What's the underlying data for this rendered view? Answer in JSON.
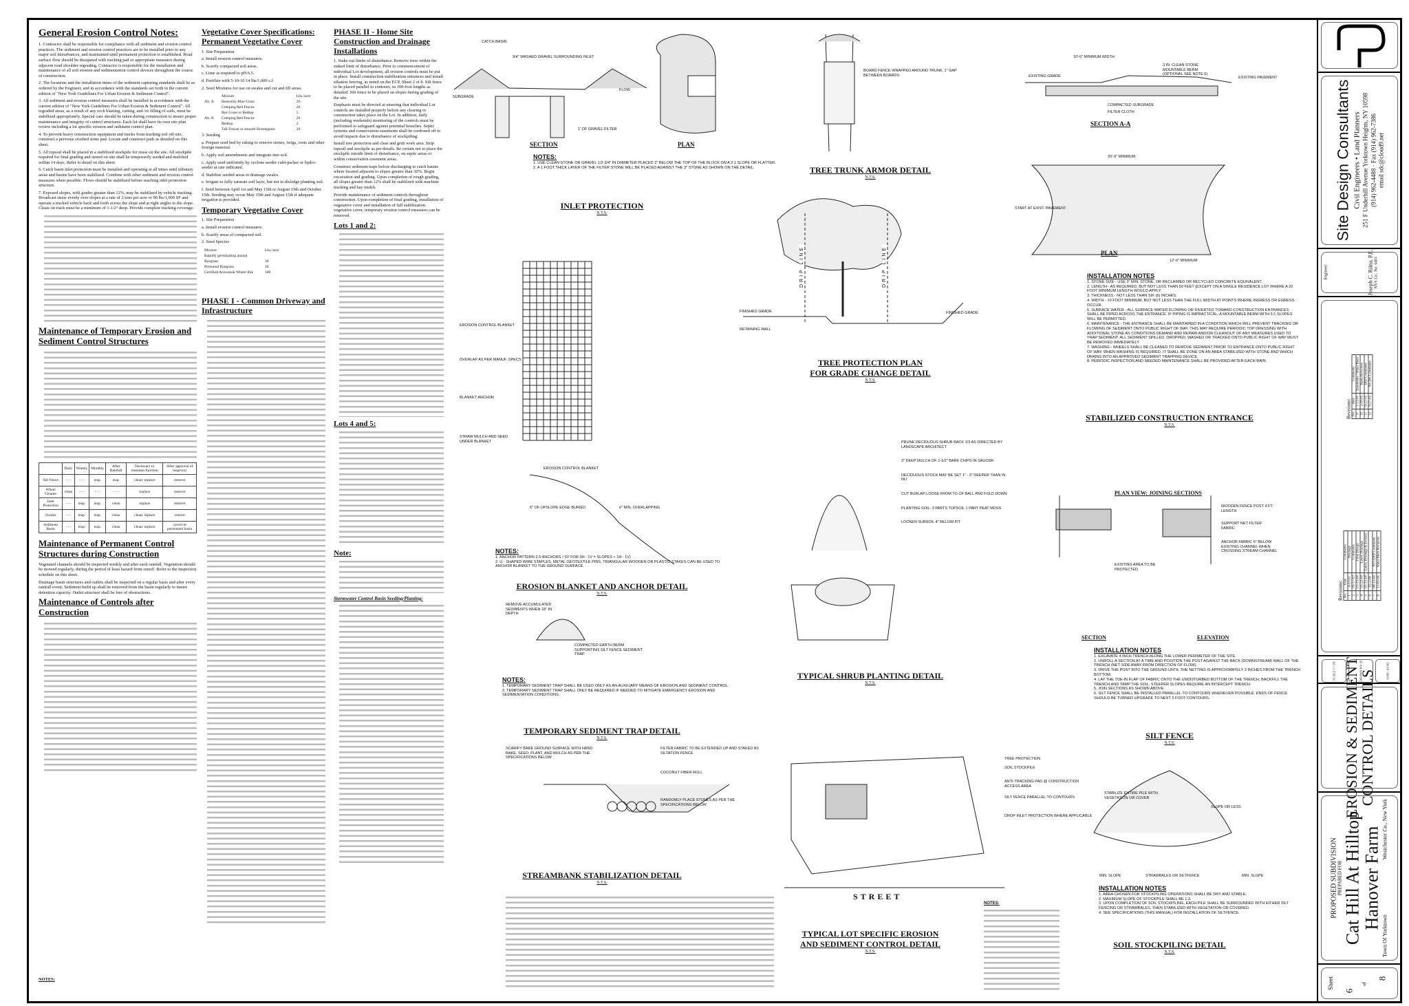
{
  "col1": {
    "general_heading": "General Erosion Control Notes:",
    "general_notes": [
      "1. Contractor shall be responsible for compliance with all sediment and erosion control practices. The sediment and erosion control practices are to be installed prior to any major soil disturbances, and maintained until permanent protection is established. Road surface flow should be dissipated with tracking pad or appropriate measures during adjacent road shoulder regrading. Contractor is responsible for the installation and maintenance of all soil erosion and sedimentation control devices throughout the course of construction.",
      "2. The locations and the installation times of the sediment capturing standards shall be as ordered by the Engineer, and in accordance with the standards set forth in the current edition of \"New York Guidelines For Urban Erosion & Sediment Control\".",
      "3. All sediment and erosion control measures shall be installed in accordance with the current edition of \"New York Guidelines For Urban Erosion & Sediment Control\". All regraded areas, as a result of any rock blasting, cutting, and /or filling of soils, must be stabilized appropriately. Special care should be taken during construction to insure proper maintenance and integrity of control structures. Each lot shall have its own site plan review including a lot specific erosion and sediment control plan.",
      "4. To prevent heavy construction equipment and trucks from tracking soil off-site, construct a pervious crushed stone pad. Locate and construct pads as detailed on this sheet.",
      "5. All topsoil shall be placed in a stabilized stockpile for reuse on the site. All stockpile required for final grading and stored on site shall be temporarily seeded and mulched within 14 days. Refer to detail on this sheet.",
      "6. Catch basin inlet protection must be installed and operating at all times until tributary areas and basins have been stabilized. Combine with other sediment and erosion control measures when possible. Flows should be stabilized before reaching inlet protection structure.",
      "7. Exposed slopes, with grades greater than 12%, may be stabilized by vehicle tracking. Broadcast straw evenly over slopes at a rate of 2 tons per acre or 90 lbs/1,000 SF and operate a tracked vehicle back and forth across the slope and at right angles to the slope. Cleats on track must be a minimum of 1-1/2\" deep. Provide complete tracking coverage."
    ],
    "maint_temp_heading": "Maintenance of Temporary Erosion and Sediment Control Structures",
    "table": {
      "headers": [
        "",
        "Daily",
        "Weekly",
        "Monthly",
        "After Rainfall",
        "Necessary to maintain function",
        "After approval of inspector"
      ],
      "rows": [
        [
          "Silt Fence",
          "- - -",
          "- - -",
          "insp.",
          "insp.",
          "clean/ replace",
          "remove"
        ],
        [
          "Wheel Cleaner",
          "clean",
          "- - -",
          "- - -",
          "- - -",
          "replace",
          "remove"
        ],
        [
          "Inlet Protection",
          "- - -",
          "insp.",
          "insp.",
          "clean",
          "replace",
          "remove"
        ],
        [
          "Swales",
          "- - -",
          "insp.",
          "insp.",
          "clean",
          "clean/ replace",
          "restore"
        ],
        [
          "Sediment Basin",
          "- - -",
          "insp.",
          "insp.",
          "clean",
          "clean/ replace",
          "covert to permanent basin"
        ]
      ]
    },
    "maint_perm_heading": "Maintenance of Permanent Control Structures during Construction",
    "maint_perm_text": [
      "Vegetated channels should be inspected weekly and after each rainfall. Vegetation should be mowed regularly, during the period of least hazard from runoff. Refer to the inspection schedule on this sheet.",
      "Drainage basin structures and outlets shall be inspected on a regular basis and after every rainfall event. Sediment build up shall be removed from the basin regularly to insure detention capacity. Outlet structure shall be free of obstructions."
    ],
    "maint_after_heading": "Maintenance of Controls after Construction",
    "notes_label": "NOTES:"
  },
  "col2": {
    "veg_heading1": "Vegetative Cover Specifications:",
    "veg_heading2": "Permanent Vegetative Cover",
    "perm_items": [
      "1. Site Preparation",
      "a. Install erosion control measures.",
      "b. Scarify compacted soil areas.",
      "c. Lime as required to pH 6.5.",
      "d. Fertilize with 5-10-10 14 lbs/1,000 s.f.",
      "2. Seed Mixtures for use on swales and cut and fill areas."
    ],
    "mix_header": [
      "",
      "Mixture",
      "Lbs./acre"
    ],
    "mix_rows": [
      [
        "Alt. A",
        "Kentucky Blue Grass",
        "20"
      ],
      [
        "",
        "Creeping Red Fescue",
        "20"
      ],
      [
        "",
        "Rye Grass or Redtop",
        "5"
      ],
      [
        "Alt. B",
        "Creeping Red Fescue",
        "20"
      ],
      [
        "",
        "Redtop",
        "2"
      ],
      [
        "",
        "Tall Fescue or smooth Bromegrass",
        "20"
      ]
    ],
    "seeding": [
      "3. Seeding",
      "a. Prepare seed bed by raking to remove stones, twigs, roots and other foreign material.",
      "b. Apply soil amendments and integrate into soil.",
      "c. Apply seed uniformly by cyclone seeder culti-packer or hydro-seeder at rate indicated.",
      "d. Stabilize seeded areas in drainage swales.",
      "e. Irrigate to fully saturate soil layer, but not to dislodge planting soil.",
      "f. Seed between April 1st and May 15th or August 15th and October 15th. Seeding may occur May 15th and August 15th if adequate irrigation is provided."
    ],
    "temp_heading": "Temporary Vegetative Cover",
    "temp_items": [
      "1. Site Preparation",
      "a. Install erosion control measures.",
      "b. Scarify areas of compacted soil.",
      "2. Seed Species"
    ],
    "temp_mix_header": [
      "Mixture",
      "Lbs./acre"
    ],
    "temp_mix_rows": [
      [
        "Rapidly germinating annual",
        ""
      ],
      [
        "Ryegrass",
        "30"
      ],
      [
        "Perennial Ryegrass",
        "30"
      ],
      [
        "Certified Aroostook Winter Rye",
        "100"
      ]
    ],
    "phase1_heading": "PHASE I - Common Driveway and Infrastructure"
  },
  "col3": {
    "phase2_heading": "PHASE II - Home Site Construction and Drainage Installations",
    "phase2_text": [
      "1. Stake out limits of disturbance. Remove trees within the staked limit of disturbance. Prior to commencement of individual Lot development, all erosion controls must be put in place. Install construction stabilization entrances and install siltation fencing, as noted on the ECP, Sheet 2 of 8. Silt fence to be placed parallel to contours, in 100-foot lengths as detailed. Silt fence to be placed on slopes during grading of the site.",
      "Emphasis must be directed at ensuring that individual Lot controls are installed properly before any clearing or construction takes place on the Lot. In addition, daily (including weekends) monitoring of the controls must be performed to safeguard against potential breaches. Septic systems and conservation easements shall be cordoned off to avoid impacts due to disturbance of stockpiling.",
      "Install tree protection and clear and grub work area. Strip topsoil and stockpile as per details. Be certain not to place the stockpile outside limit of disturbance, on septic areas or within conservation easement areas.",
      "Construct sediment traps before discharging to catch basins where located adjacent to slopes greater than 30%. Begin excavation and grading. Upon completion of rough grading, all slopes greater than 12% shall be stabilized with machine tracking and hay mulch.",
      "Provide maintenance of sediment controls throughout construction. Upon completion of final grading, installation of vegetative cover and installation of full stabilization vegetative cover, temporary erosion control measures can be removed."
    ],
    "lots12": "Lots 1 and 2:",
    "lots45": "Lots 4 and 5:",
    "note_label": "Note:",
    "storm_heading": "Stormwater Control Basin Seeding/Planting:"
  },
  "details": {
    "inlet": {
      "title": "INLET PROTECTION",
      "nts": "N.T.S.",
      "section": "SECTION",
      "plan": "PLAN",
      "labels": [
        "CATCH BASIN",
        "3/4\" WASHED GRAVEL SURROUNDING INLET",
        "SUBGRADE",
        "FLOW",
        "1' OF GRAVEL FILTER"
      ],
      "notes_label": "NOTES:",
      "notes": [
        "1. USE CLEAN STONE OR GRAVEL 1/2-3/4\" IN DIAMETER PLACED 2\" BELOW THE TOP OF THE BLOCK ON A 2:1 SLOPE OR FLATTER.",
        "2. A 1 FOOT THICK LAYER OF THE FILTER STONE WILL BE PLACED AGAINST THE 3\" STONE AS SHOWN ON THE DETAIL."
      ]
    },
    "tree_trunk": {
      "title": "TREE TRUNK ARMOR DETAIL",
      "nts": "N.T.S.",
      "label": "BOARD FENCE WRAPPED AROUND TRUNK, 1\" GAP BETWEEN BOARDS"
    },
    "entrance": {
      "section": "SECTION A-A",
      "plan": "PLAN",
      "labels": [
        "10'-0\" MINIMUM WIDTH",
        "3 in. CLEAN STONE MOUNTABLE BERM (OPTIONAL SEE NOTE 6)",
        "EXISTING GRADE",
        "EXISTING PAVEMENT",
        "COMPACTED SUBGRADE",
        "FILTER CLOTH",
        "20'-0\" MINIMUM",
        "START AT EXIST. PAVEMENT",
        "12'-0\" MINIMUM"
      ],
      "notes_label": "INSTALLATION NOTES",
      "notes": [
        "1. STONE SIZE - USE 3\" MIN. STONE, OR RECLAIMED OR RECYCLED CONCRETE EQUIVALENT.",
        "2. LENGTH - AS REQUIRED, BUT NOT LESS THAN 50 FEET (EXCEPT ON A SINGLE RESIDENCE LOT WHERE A 20 FOOT MINIMUM LENGTH WOULD APPLY.",
        "3. THICKNESS - NOT LESS THAN SIX (6) INCHES.",
        "4. WIDTH - 10 FOOT MINIMUM, BUT NOT LESS THAN THE FULL WIDTH AT POINTS WHERE INGRESS OR EGRESS OCCUR.",
        "5. SURFACE WATER - ALL SURFACE WATER FLOWING OR DIVERTED TOWARD CONSTRUCTION ENTRANCES SHALL BE PIPED ACROSS THE ENTRANCE. IF PIPING IS IMPRACTICAL, A MOUNTABLE BERM WITH 5:1 SLOPES WILL BE PERMITTED.",
        "6. MAINTENANCE - THE ENTRANCE SHALL BE MAINTAINED IN A CONDITION WHICH WILL PREVENT TRACKING OR FLOWING OF SEDIMENT ONTO PUBLIC RIGHT OF WAY. THIS MAY REQUIRE PERIODIC TOP DRESSING WITH ADDITIONAL STONE AS CONDITIONS DEMAND AND REPAIR AND/OR CLEANOUT OF ANY MEASURES USED TO TRAP SEDIMENT. ALL SEDIMENT SPILLED, DROPPED, WASHED OR TRACKED ONTO PUBLIC RIGHT OF WAY MUST BE REMOVED IMMEDIATELY.",
        "7. WASHING - WHEELS SHALL BE CLEANED TO REMOVE SEDIMENT PRIOR TO ENTRANCE ONTO PUBLIC RIGHT OF WAY. WHEN WASHING IS REQUIRED, IT SHALL BE DONE ON AN AREA STABILIZED WITH STONE AND WHICH DRAINS INTO AN APPROVED SEDIMENT TRAPPING DEVICE.",
        "8. PERIODIC INSPECTION AND NEEDED MAINTENANCE SHALL BE PROVIDED AFTER EACH RAIN."
      ],
      "title": "STABILIZED CONSTRUCTION ENTRANCE",
      "nts": "N.T.S."
    },
    "tree_protection": {
      "title": "TREE PROTECTION PLAN",
      "title2": "FOR GRADE CHANGE DETAIL",
      "nts": "N.T.S.",
      "labels": [
        "FINISHED GRADE",
        "RETAINING WALL",
        "DRIP LINE",
        "DRIP LINE",
        "FINISHED GRADE"
      ]
    },
    "blanket": {
      "title": "EROSION BLANKET AND ANCHOR DETAIL",
      "nts": "N.T.S.",
      "labels": [
        "EROSION CONTROL BLANKET",
        "6\" OF UPSLOPE EDGE BURIED",
        "6\" MIN. OVERLAPPING",
        "EROSION CONTROL BLANKET",
        "OVERLAP AS PER MANUF. SPECS",
        "BLANKET ANCHOR",
        "STRAW MULCH AND SEED UNDER BLANKET"
      ],
      "notes_label": "NOTES:",
      "notes": [
        "1. ANCHOR PATTERN 2.5 ANCHORS / SY FOR 3H : 1V = SLOPES < 1H : 1V)",
        "2. U - SHAPED WIRE STAPLES, METAL GEOTEXTILE PINS, TRIANGULAR WOODEN OR PLASTIC STAKES CAN BE USED TO ANCHOR BLANKET TO THE GROUND SURFACE."
      ]
    },
    "trap": {
      "title": "TEMPORARY SEDIMENT TRAP DETAIL",
      "nts": "N.T.S.",
      "labels": [
        "REMOVE ACCUMULATED SEDIMENTS WHEN 18\" IN DEPTH",
        "COMPACTED EARTH BERM SUPPORTING SILT FENCE SEDIMENT TRAP"
      ],
      "notes_label": "NOTES:",
      "notes": [
        "1. TEMPORARY SEDIMENT TRAP SHALL BE USED ONLY AS AN AUXILIARY MEANS OF EROSION AND SEDIMENT CONTROL.",
        "2. TEMPORARY SEDIMENT TRAP SHALL ONLY BE REQUIRED IF NEEDED TO MITIGATE EMERGENCY EROSION AND SEDIMENTATION CONDITIONS."
      ]
    },
    "streambank": {
      "title": "STREAMBANK STABILIZATION DETAIL",
      "nts": "N.T.S.",
      "labels": [
        "SCARIFY BARE GROUND SURFACE WITH HAND RAKE, SEED, PLANT, AND MULCH AS PER THE SPECIFICATIONS BELOW",
        "FILTER FABRIC TO BE EXTENDED UP AND STAKED AS SILTATION FENCE",
        "COCONUT FIBER ROLL",
        "RANDOMLY PLACE STONES AS PER THE SPECIFICATIONS BELOW"
      ]
    },
    "shrub": {
      "title": "TYPICAL SHRUB PLANTING DETAIL",
      "nts": "N.T.S.",
      "labels": [
        "PRUNE DECIDUOUS SHRUB BACK 1/3 AS DIRECTED BY LANDSCAPE ARCHITECT",
        "3\" DEEP MULCH OF 1-1/2\" BARK CHIPS IN SAUCER",
        "DECIDUOUS STOCK MAY BE SET 1\" - 3\" DEEPER THAN IN NU",
        "CUT BURLAP LOOSE FROM TO OF BALL AND FOLD DOWN",
        "PLANTING SOIL: 3 PARTS TOPSOIL 1 PART PEAT MOSS",
        "LOOSEN SUBSOIL 4\" BELOW PIT"
      ]
    },
    "lot": {
      "title": "TYPICAL LOT SPECIFIC EROSION",
      "title2": "AND SEDIMENT CONTROL DETAIL",
      "nts": "N.T.S.",
      "street": "STREET",
      "labels": [
        "TREE PROTECTION",
        "SOIL STOCKPILE",
        "ANTI-TRACKING PAD @ CONSTRUCTION ACCESS AREA",
        "SILT FENCE PARALLEL TO CONTOURS",
        "DROP INLET PROTECTION WHERE APPLICABLE"
      ],
      "notes_label": "NOTES:"
    },
    "silt": {
      "section": "SECTION",
      "elevation": "ELEVATION",
      "plan_view": "PLAN VIEW: JOINING SECTIONS",
      "labels": [
        "WOODEN FENCE POST 4 FT. LENGTH",
        "SUPPORT NET FILTER FABRIC",
        "ANCHOR FABRIC 6\" BELOW EXISTING CHANNEL WHEN CROSSING STREAM CHANNEL",
        "EXISTING AREA TO BE PROTECTED"
      ],
      "notes_label": "INSTALLATION NOTES",
      "notes": [
        "1. EXCAVATE 4 INCH TRENCH ALONG THE LOWER PERIMETER OF THE SITE.",
        "2. UNROLL A SECTION AT A TIME AND POSITION THE POST AGAINST THE BACK (DOWNSTREAM) WALL OF THE TRENCH (NET SIDE AWAY FROM DIRECTION OF FLOW).",
        "3. DRIVE THE POST INTO THE GROUND UNTIL THE NETTING IS APPROXIMATELY 2 INCHES FROM THE TRENCH BOTTOM.",
        "4. LAY THE TOE-IN FLAP OF FABRIC ONTO THE UNDISTURBED BOTTOM OF THE TRENCH, BACKFILL THE TRENCH AND TAMP THE SOIL. STEEPER SLOPES REQUIRE AN INTERCEPT TRENCH.",
        "5. JOIN SECTIONS AS SHOWN ABOVE.",
        "6. SILT FENCE SHALL BE INSTALLED PARALLEL TO CONTOURS WHENEVER POSSIBLE. ENDS OF FENCE SHOULD BE TURNED UPGRADE TO NEXT 2 FOOT CONTOURS."
      ],
      "title": "SILT FENCE",
      "nts": "N.T.S."
    },
    "stockpile": {
      "labels": [
        "STABILIZE ENTIRE PILE WITH VEGETATION OR COVER",
        "SLOPE OR LESS",
        "MIN. SLOPE",
        "STRAWBALES OR SILTFENCE",
        "MIN. SLOPE"
      ],
      "notes_label": "INSTALLATION NOTES",
      "notes": [
        "1. AREA CHOSEN FOR STOCKPILING OPERATIONS SHALL BE DRY AND STABLE.",
        "2. MAXIMUM SLOPE OF STOCKPILE SHALL BE 1:2.",
        "3. UPON COMPLETION OF SOIL STOCKPILING, EACH PILE SHALL BE SURROUNDED WITH EITHER SILT FENCING OR STRAWBALES, THEN STABILIZED WITH VEGETATION OR COVERED.",
        "4. SEE SPECIFICATIONS (THIS MANUAL) FOR INSTALLATION OF SILTFENCE."
      ],
      "title": "SOIL STOCKPILING DETAIL",
      "nts": "N.T.S."
    }
  },
  "title_block": {
    "company": "Site Design Consultants",
    "tagline": "Civil Engineers • Land Planners",
    "address": "251 F Underhill Avenue Yorktown Heights, NY 10598",
    "phone": "(914) 962-4488 · Fax (914) 962-7386",
    "email": "email sdc@cloud9.net",
    "engineer_label": "Engineer:",
    "engineer_name": "Joseph C. Riina, P.E.",
    "engineer_lic": "NYS Lic. No. 6401",
    "revisions_label": "Revisions:",
    "rev_headers": [
      "No.",
      "Date",
      "Comments"
    ],
    "revisions": [
      [
        "9",
        "1-11-05",
        "Easements / Water Main"
      ],
      [
        "10",
        "2-18-05",
        "Basin Revisions"
      ],
      [
        "11",
        "6-21-05",
        "DEP Comments"
      ],
      [
        "12",
        "9-27-05",
        "WCDH Comments"
      ]
    ],
    "revisions2": [
      [
        "1",
        "4-23-02",
        "Drainage"
      ],
      [
        "2",
        "03-17-03",
        "Comments"
      ],
      [
        "3",
        "01-15-04",
        "Final Design"
      ],
      [
        "4",
        "03-22-04",
        "Layer, Drainage"
      ],
      [
        "5",
        "05-15-04",
        "Layer, Drainage & Erosion"
      ],
      [
        "6",
        "02-2-04",
        ""
      ],
      [
        "7",
        "08-13-04",
        "NYCDEP Comments"
      ],
      [
        "8",
        "11-05-04",
        "Water Main Revisions"
      ]
    ],
    "scale": "SCALE 1\"=20'",
    "drawn": "DRAWN BY: JS",
    "date": "DATE: 8/1/02",
    "sheet_title1": "EROSION & SEDIMENT",
    "sheet_title2": "CONTROL DETAILS",
    "proposed": "PROPOSED SUBDIVISION",
    "prepared": "PREPARED FOR",
    "project1": "Cat Hill At Hilltop",
    "project2": "Hanover Farm",
    "town": "Town Of Yorktown",
    "county": "Westchester Co., New York",
    "sheet_label": "Sheet",
    "sheet_no": "6",
    "of": "of",
    "sheet_total": "8"
  }
}
